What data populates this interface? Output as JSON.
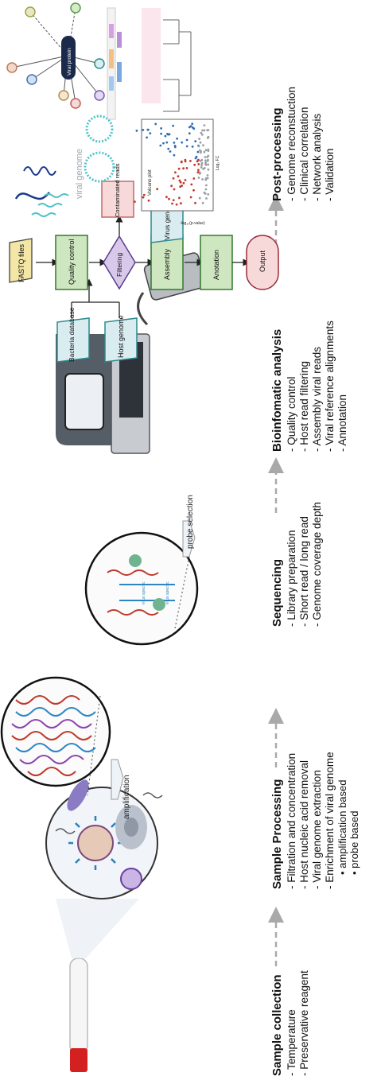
{
  "stages": [
    {
      "title": "Sample collection",
      "items": [
        "- Temperature",
        "- Preservative reagent"
      ],
      "subitems": []
    },
    {
      "title": "Sample Processing",
      "items": [
        "- Filtration and concentration",
        "- Host nucleic acid removal",
        "- Viral genome extraction",
        "- Enrichment of viral genome"
      ],
      "subitems": [
        "• amplification based",
        "• probe based"
      ]
    },
    {
      "title": "Sequencing",
      "items": [
        "- Library preparation",
        "- Short read / long read",
        "- Genome coverage depth"
      ],
      "subitems": []
    },
    {
      "title": "Bioinfomatic analysis",
      "items": [
        "- Quality control",
        "- Host read filtering",
        "- Assembly viral reads",
        "- Viral reference alignments",
        "- Annotation"
      ],
      "subitems": []
    },
    {
      "title": "Post-processing",
      "items": [
        "- Genome reconstuction",
        "- Clinical correlation",
        "- Network analysis",
        "- Validation"
      ],
      "subitems": []
    }
  ],
  "processing_labels": {
    "amplification": "amplification",
    "probe_selection": "probe selection",
    "virus_specific": "virus specific",
    "virus_specific_2": "virus specific"
  },
  "flowchart": {
    "fastq": "FASTQ files",
    "quality_control": "Quality control",
    "bacteria_db": "Bacteria database",
    "host_genome": "Host genome",
    "filtering": "Filtering",
    "contaminated": "Contaminated reads",
    "assembly": "Assembly",
    "virus_genome": "Virus genome",
    "annotation": "Anotation",
    "output": "Output"
  },
  "post": {
    "viral_genome": "viral genome",
    "volcano_title": "Volcano plot",
    "volcano_x": "Log₂ FC",
    "volcano_y": "-log₁₀(p-value)",
    "viral_protein": "Viral protein"
  },
  "colors": {
    "arrow": "#a9a9a9",
    "green": "#6a9a4a",
    "teal": "#2b8a8e",
    "yellowbox": "#f3e6a6",
    "pinkbox": "#f4c9c9",
    "oval": "#9a2b3a",
    "purple": "#7b4fb0",
    "red": "#c0392b",
    "blue": "#2f6fb0"
  }
}
